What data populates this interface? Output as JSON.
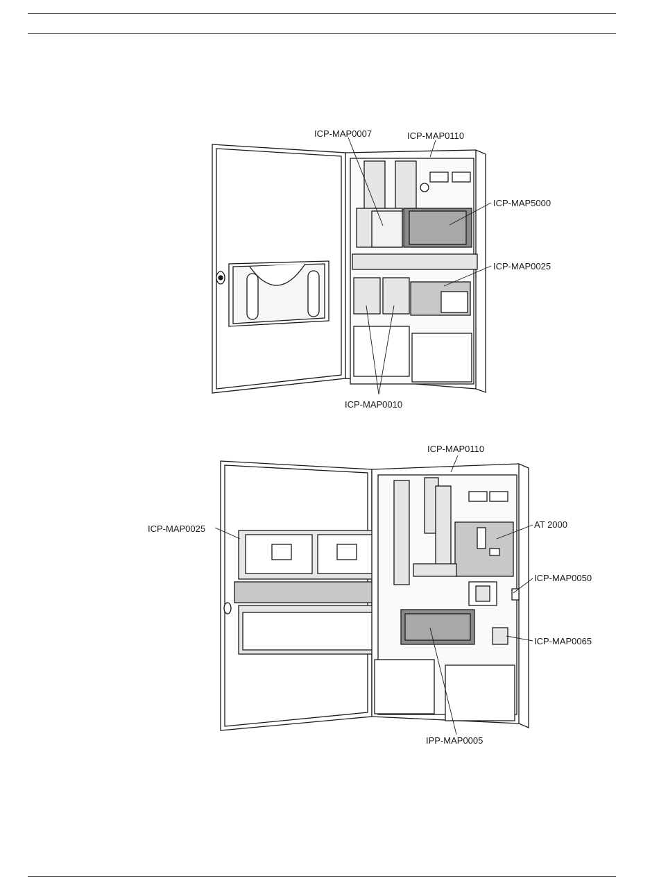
{
  "figure_top": {
    "labels": {
      "map0007": "ICP-MAP0007",
      "map0110": "ICP-MAP0110",
      "map5000": "ICP-MAP5000",
      "map0025": "ICP-MAP0025",
      "map0010": "ICP-MAP0010"
    }
  },
  "figure_bottom": {
    "labels": {
      "map0110": "ICP-MAP0110",
      "map0025": "ICP-MAP0025",
      "at2000": "AT 2000",
      "map0050": "ICP-MAP0050",
      "map0065": "ICP-MAP0065",
      "ipp0005": "IPP-MAP0005"
    }
  },
  "colors": {
    "line": "#1a1a1a",
    "panel_grey": "#c8c8c8",
    "panel_dark": "#8a8a8a",
    "panel_light": "#e6e6e6"
  }
}
